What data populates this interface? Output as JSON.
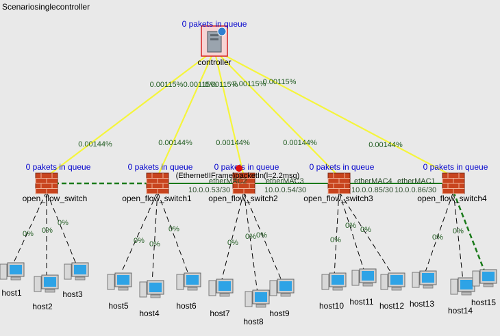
{
  "title": "Scenariosinglecontroller",
  "controller": {
    "name": "controller",
    "queue": "0 pakets in queue"
  },
  "switches": [
    {
      "name": "open_flow_switch",
      "queue": "0 pakets in queue"
    },
    {
      "name": "open_flow_switch1",
      "queue": "0 pakets in queue"
    },
    {
      "name": "open_flow_switch2",
      "queue": "0 pakets in queue"
    },
    {
      "name": "open_flow_switch3",
      "queue": "0 pakets in queue"
    },
    {
      "name": "open_flow_switch4",
      "queue": "0 pakets in queue"
    }
  ],
  "controller_links": [
    {
      "near_controller": "0.00115%",
      "near_switch": "0.00144%"
    },
    {
      "near_controller": "0.00115%",
      "near_switch": "0.00144%"
    },
    {
      "near_controller": "0.00115%",
      "near_switch": "0.00144%"
    },
    {
      "near_controller": "0.00115%",
      "near_switch": "0.00144%"
    },
    {
      "near_controller": "0.00115%",
      "near_switch": "0.00144%"
    }
  ],
  "eth_labels": [
    "etherMAC2",
    "etherMAC3",
    "etherMAC4",
    "etherMAC1"
  ],
  "ip_labels": [
    "10.0.0.53/30",
    "10.0.0.54/30",
    "10.0.0.85/30",
    "10.0.0.86/30"
  ],
  "message": "(EthernetIIFrame)packetIn(l=2.2msg)",
  "hosts": [
    "host1",
    "host2",
    "host3",
    "host5",
    "host4",
    "host6",
    "host7",
    "host8",
    "host9",
    "host10",
    "host11",
    "host12",
    "host13",
    "host14",
    "host15"
  ],
  "host_link_labels": [
    "0%",
    "0%",
    "0%",
    "0%",
    "0%",
    "0%",
    "0%",
    "0%",
    "0%",
    "0%",
    "0%",
    "0%",
    "0%",
    "0%"
  ],
  "colors": {
    "controller_link": "#f5f53c",
    "active_link": "#1a7a1a",
    "queue_text": "#0000cc",
    "pct_text": "#1e5a1e",
    "background": "#e9e9e9"
  }
}
